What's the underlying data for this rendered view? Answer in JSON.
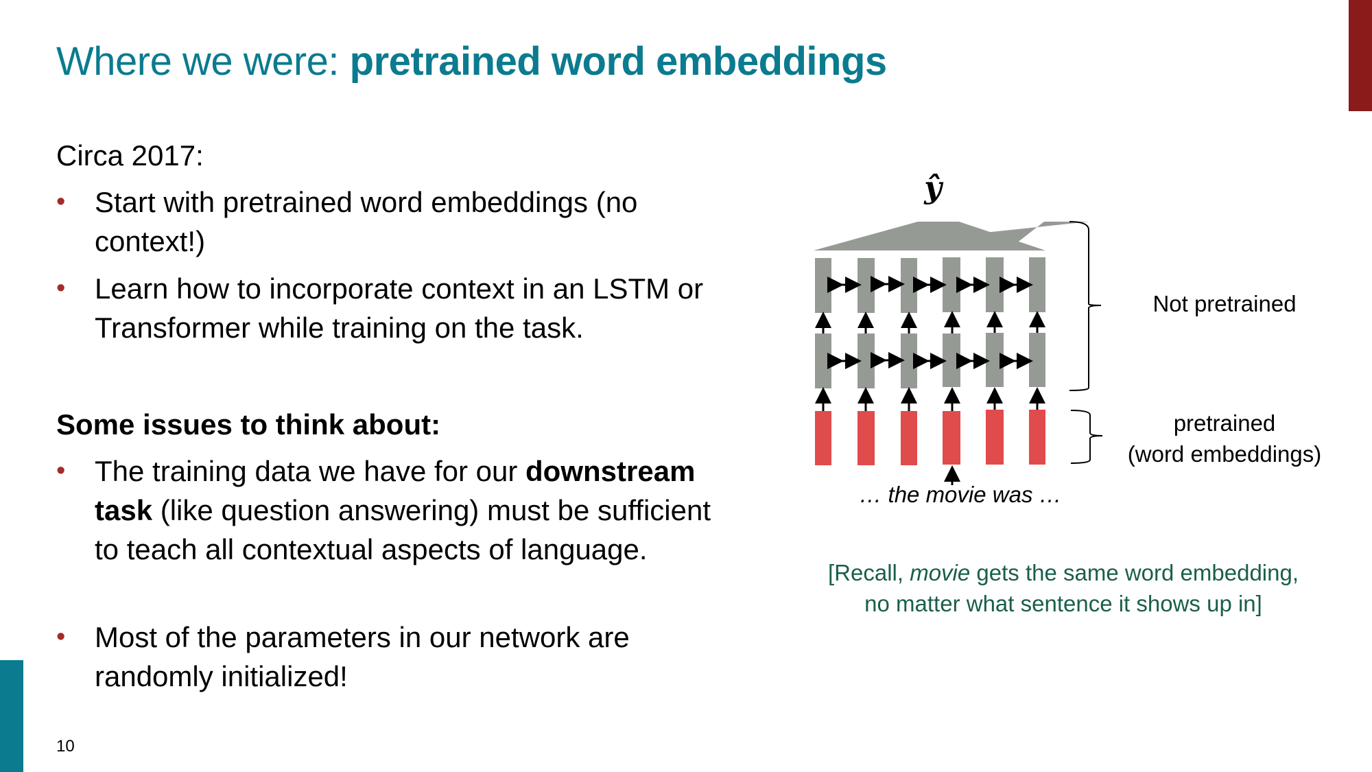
{
  "slide": {
    "title_plain": "Where we were: ",
    "title_bold": "pretrained word embeddings",
    "page_number": "10",
    "colors": {
      "title": "#0b7b8f",
      "bullet": "#a52a2a",
      "accent_bar_top": "#8b1a1a",
      "accent_bar_bottom": "#0b7b8f",
      "note": "#1a5e4c",
      "hidden_unit": "#969a94",
      "embedding_unit": "#e04b4b"
    }
  },
  "left": {
    "circa": "Circa 2017:",
    "bullets_top": [
      {
        "text": "Start with pretrained word embeddings (no context!)"
      },
      {
        "text": "Learn how to incorporate context in an LSTM or Transformer while training on the task."
      }
    ],
    "issues_heading": "Some issues to think about:",
    "bullets_bottom": [
      {
        "pre": "The training data we have for our ",
        "bold": "downstream task",
        "post": " (like question answering) must be sufficient to teach all contextual aspects of language."
      },
      {
        "text": "Most of the parameters in our network are randomly initialized!"
      }
    ]
  },
  "diagram": {
    "output_label": "ŷ",
    "not_pretrained_label": "Not pretrained",
    "pretrained_label_line1": "pretrained",
    "pretrained_label_line2": "(word embeddings)",
    "sentence": "… the movie was …",
    "columns": 6
  },
  "note": {
    "pre": "[Recall, ",
    "italic": "movie",
    "post": " gets the same word embedding,",
    "line2": "no matter what sentence it shows up in]"
  }
}
